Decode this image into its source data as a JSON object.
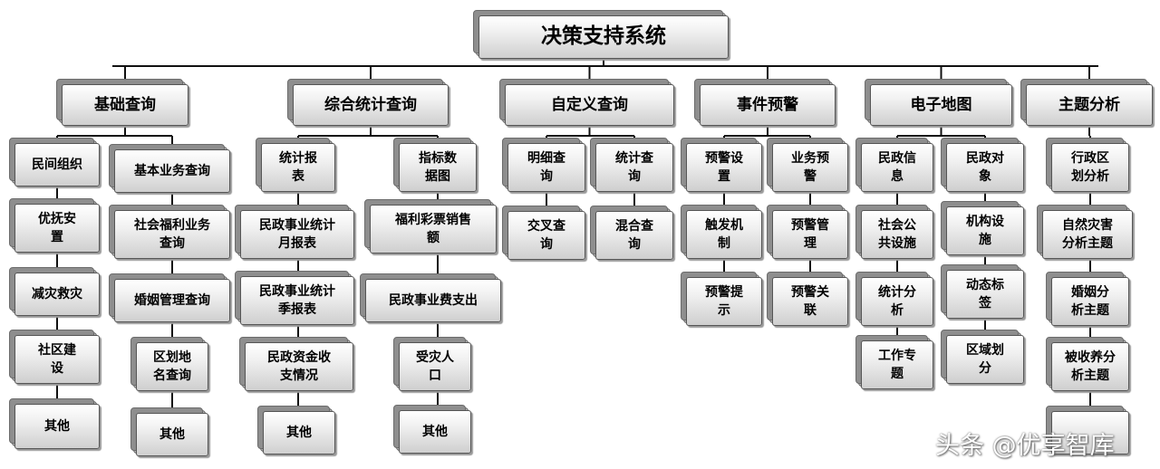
{
  "root": {
    "label": "决策支持系统"
  },
  "categories": [
    {
      "label": "基础查询",
      "columns": [
        [
          "民间组织",
          "优抚安\n置",
          "减灾救灾",
          "社区建\n设",
          "其他"
        ],
        [
          "基本业务查询",
          "社会福利业务\n查询",
          "婚姻管理查询",
          "区划地\n名查询",
          "其他"
        ]
      ]
    },
    {
      "label": "综合统计查询",
      "columns": [
        [
          "统计报\n表",
          "民政事业统计\n月报表",
          "民政事业统计\n季报表",
          "民政资金收\n支情况",
          "其他"
        ],
        [
          "指标数\n据图",
          "福利彩票销售\n额",
          "民政事业费支出",
          "受灾人\n口",
          "其他"
        ]
      ]
    },
    {
      "label": "自定义查询",
      "columns": [
        [
          "明细查\n询",
          "交叉查\n询"
        ],
        [
          "统计查\n询",
          "混合查\n询"
        ]
      ]
    },
    {
      "label": "事件预警",
      "columns": [
        [
          "预警设\n置",
          "触发机\n制",
          "预警提\n示"
        ],
        [
          "业务预\n警",
          "预警管\n理",
          "预警关\n联"
        ]
      ]
    },
    {
      "label": "电子地图",
      "columns": [
        [
          "民政信\n息",
          "社会公\n共设施",
          "统计分\n析",
          "工作专\n题"
        ],
        [
          "民政对\n象",
          "机构设\n施",
          "动态标\n签",
          "区域划\n分"
        ]
      ]
    },
    {
      "label": "主题分析",
      "columns": [
        [
          "行政区\n划分析",
          "自然灾害\n分析主题",
          "婚姻分\n析主题",
          "被收养分\n析主题",
          ""
        ]
      ]
    }
  ],
  "watermark": "头条 @优享智库"
}
